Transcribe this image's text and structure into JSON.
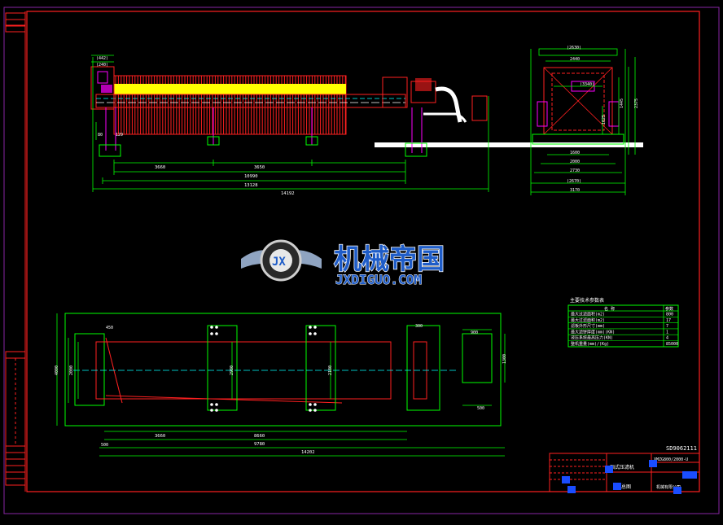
{
  "colors": {
    "background": "#000000",
    "border": "#ff2020",
    "frame": "#3a2cff",
    "dimension": "#00ff00",
    "yellow": "#ffff00",
    "red": "#ff2020",
    "magenta": "#ff00ff",
    "white": "#ffffff",
    "cyan": "#00ffff",
    "watermark_blue": "#1e5cc8"
  },
  "watermark": {
    "cn": "机械帝国",
    "url": "JXDIGUO.COM",
    "logo": "JX"
  },
  "drawing_number": "SD9062111",
  "front_view_dims": {
    "a": "(442)",
    "b": "(240)",
    "c": "3660",
    "d": "3650",
    "e": "10990",
    "f": "13128",
    "g": "14192",
    "h": "129",
    "i": "80"
  },
  "side_view_dims": {
    "top": "(2630)",
    "w1": "(3340)",
    "w2": "2440",
    "w3": "1600",
    "w4": "2000",
    "w5": "2730",
    "w6": "(2670)",
    "w7": "3170",
    "h1": "1445",
    "h2": "2375",
    "h3": "1625"
  },
  "plan_view_dims": {
    "a": "450",
    "b": "3660",
    "c": "8660",
    "d": "9780",
    "e": "14202",
    "f": "500",
    "g": "2980",
    "h": "2000",
    "i": "2180",
    "j": "1300",
    "k": "900",
    "l": "500",
    "m": "300",
    "n": "4000"
  },
  "spec_table": {
    "title": "主要技术参数表",
    "headers": [
      "名 称",
      "参数"
    ],
    "rows": [
      {
        "name": "最大过滤面积(m2)",
        "value": "800"
      },
      {
        "name": "最大过滤面积(m2)",
        "value": "17"
      },
      {
        "name": "滤板外形尺寸(mm)",
        "value": "7"
      },
      {
        "name": "最大滤饼厚度(mm)(KN)",
        "value": "1"
      },
      {
        "name": "液压系统最高压力(KN)",
        "value": "4"
      },
      {
        "name": "整机重量(mm)/(Kg)",
        "value": "85000"
      }
    ]
  },
  "title_block": {
    "code": "XMZG800/2000-U",
    "name": "厢式压滤机",
    "sheet": "总图",
    "company": "机械有限公司"
  }
}
